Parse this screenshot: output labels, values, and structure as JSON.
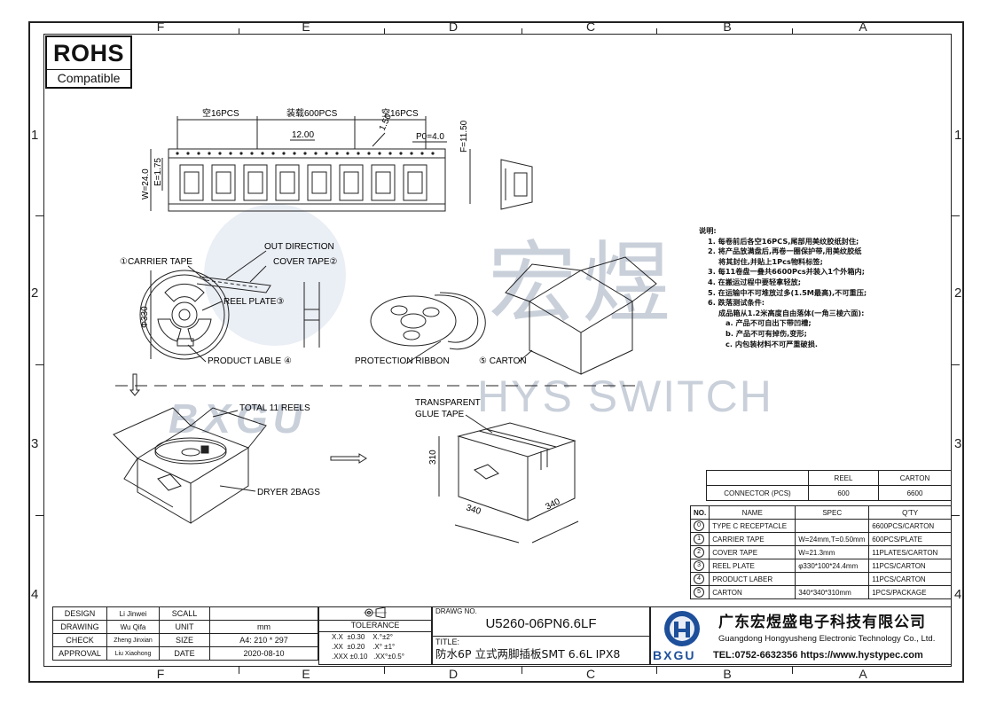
{
  "zones": {
    "columns": [
      "F",
      "E",
      "D",
      "C",
      "B",
      "A"
    ],
    "rows": [
      "1",
      "2",
      "3",
      "4"
    ]
  },
  "rohs": {
    "title": "ROHS",
    "subtitle": "Compatible"
  },
  "tape_drawing": {
    "dim_left": "空16PCS",
    "dim_mid": "装载600PCS",
    "dim_right": "空16PCS",
    "pitch": "12.00",
    "p0": "P0=4.0",
    "hole": "1.50",
    "f_dim": "F=11.50",
    "e_dim": "E=1.75",
    "w_dim": "W=24.0"
  },
  "reel_drawing": {
    "out_direction": "OUT DIRECTION",
    "carrier_tape": "①CARRIER TAPE",
    "cover_tape": "COVER TAPE②",
    "reel_plate": "REEL PLATE③",
    "diameter": "Φ330",
    "product_label": "PRODUCT LABLE ④",
    "protection_ribbon": "PROTECTION RIBBON",
    "carton": "⑤ CARTON"
  },
  "packing_drawing": {
    "total_reels": "TOTAL 11 REELS",
    "dryer": "DRYER 2BAGS",
    "glue_tape": "TRANSPARENT\nGLUE TAPE",
    "glue_tape_line1": "TRANSPARENT",
    "glue_tape_line2": "GLUE TAPE",
    "height": "310",
    "length": "340",
    "width": "340"
  },
  "watermark": {
    "cn": "宏煜",
    "en": "HYS SWITCH",
    "brand": "BXGU"
  },
  "notes": {
    "title": "说明:",
    "lines": [
      "1. 每卷前后各空16PCS,尾部用美纹胶纸封住;",
      "2. 将产品放满盘后,再卷一圈保护带,用美纹胶纸",
      "   将其封住,并贴上1Pcs物料标签;",
      "3. 每11卷盘一叠共6600Pcs并装入1个外箱内;",
      "4. 在搬运过程中要轻拿轻放;",
      "5. 在运输中不可堆放过多(1.5M最高),不可重压;",
      "6. 跌落测试条件:",
      "   成品箱从1.2米高度自由落体(一角三棱六面):",
      "   a. 产品不可自出下带凹槽;",
      "   b. 产品不可有掉伤,变形;",
      "   c. 内包装材料不可严重破损."
    ]
  },
  "qty_table": {
    "headers": [
      "",
      "REEL",
      "CARTON"
    ],
    "row": [
      "CONNECTOR (PCS)",
      "600",
      "6600"
    ]
  },
  "bom_table": {
    "headers": [
      "NO.",
      "NAME",
      "SPEC",
      "Q'TY"
    ],
    "rows": [
      [
        "0",
        "TYPE C RECEPTACLE",
        "",
        "6600PCS/CARTON"
      ],
      [
        "1",
        "CARRIER TAPE",
        "W=24mm,T=0.50mm",
        "600PCS/PLATE"
      ],
      [
        "2",
        "COVER TAPE",
        "W=21.3mm",
        "11PLATES/CARTON"
      ],
      [
        "3",
        "REEL PLATE",
        "φ330*100*24.4mm",
        "11PCS/CARTON"
      ],
      [
        "4",
        "PRODUCT LABER",
        "",
        "11PCS/CARTON"
      ],
      [
        "5",
        "CARTON",
        "340*340*310mm",
        "1PCS/PACKAGE"
      ]
    ]
  },
  "title_block": {
    "design_label": "DESIGN",
    "design_name": "Li Jinwei",
    "drawing_label": "DRAWING",
    "drawing_name": "Wu Qifa",
    "check_label": "CHECK",
    "check_name": "Zheng Jinxian",
    "approval_label": "APPROVAL",
    "approval_name": "Liu Xiaohong",
    "scale_label": "SCALL",
    "unit_label": "UNIT",
    "unit_value": "mm",
    "size_label": "SIZE",
    "size_value": "A4: 210 * 297",
    "date_label": "DATE",
    "date_value": "2020-08-10",
    "tolerance_label": "TOLERANCE",
    "tol_lines": [
      "X.X  ±0.30    X.°±2°",
      ".XX  ±0.20    .X° ±1°",
      ".XXX ±0.10   .XX°±0.5°"
    ],
    "drawing_no_label": "DRAWG NO.",
    "drawing_no": "U5260-06PN6.6LF",
    "title_label": "TITLE:",
    "title": "防水6P 立式两脚插板SMT 6.6L IPX8",
    "company_cn": "广东宏煜盛电子科技有限公司",
    "company_en": "Guangdong Hongyusheng Electronic Technology Co., Ltd.",
    "contact": "TEL:0752-6632356  https://www.hystypec.com",
    "logo_text": "BXGU"
  }
}
